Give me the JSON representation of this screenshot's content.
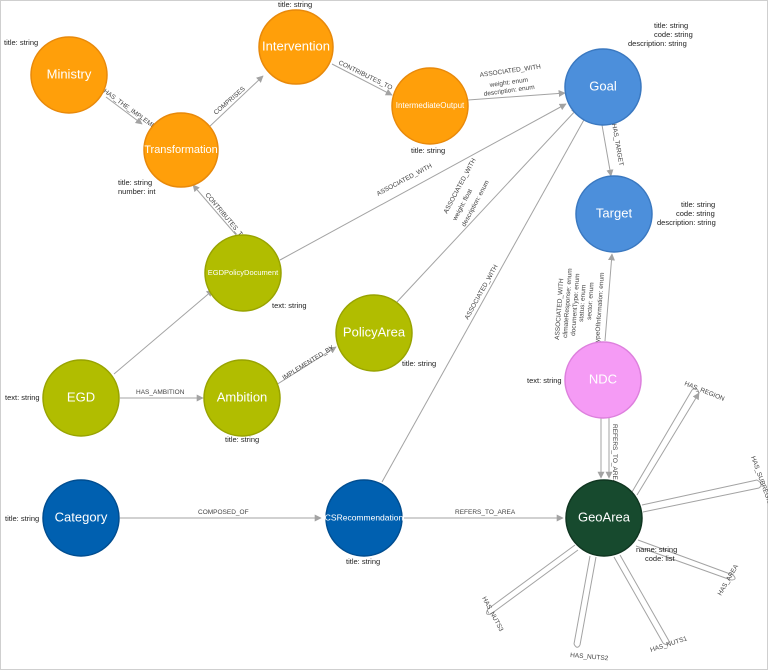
{
  "colors": {
    "orange": "#ff9f0a",
    "orange_stroke": "#e8890a",
    "blue": "#4c8fdb",
    "blue_stroke": "#3a78c0",
    "olive": "#b1bd00",
    "olive_stroke": "#98a300",
    "navy": "#0060b0",
    "navy_stroke": "#004d90",
    "pink": "#f59bf5",
    "pink_stroke": "#dd80dd",
    "dark_green": "#174a2e",
    "dark_green_stroke": "#0f3520",
    "edge": "#a3a3a3"
  },
  "nodes": {
    "ministry": {
      "label": "Ministry",
      "prop1": "title: string"
    },
    "intervention": {
      "label": "Intervention",
      "prop1": "title: string"
    },
    "transformation": {
      "label": "Transformation",
      "prop1": "title: string",
      "prop2": "number: int"
    },
    "intermediate_output": {
      "label": "IntermediateOutput",
      "prop1": "title: string"
    },
    "goal": {
      "label": "Goal",
      "prop1": "title: string",
      "prop2": "code: string",
      "prop3": "description: string"
    },
    "target": {
      "label": "Target",
      "prop1": "title: string",
      "prop2": "code: string",
      "prop3": "description: string"
    },
    "egd_policy_document": {
      "label": "EGDPolicyDocument",
      "prop1": "text: string"
    },
    "policy_area": {
      "label": "PolicyArea",
      "prop1": "title: string"
    },
    "egd": {
      "label": "EGD",
      "prop1": "text: string"
    },
    "ambition": {
      "label": "Ambition",
      "prop1": "title: string"
    },
    "ndc": {
      "label": "NDC",
      "prop1": "text: string"
    },
    "category": {
      "label": "Category",
      "prop1": "title: string"
    },
    "cs_recommendation": {
      "label": "CSRecommendation",
      "prop1": "title: string"
    },
    "geo_area": {
      "label": "GeoArea",
      "prop1": "name: string",
      "prop2": "code: list"
    }
  },
  "edges": {
    "ministry_transformation": "HAS_THE_IMPLEMENTATION",
    "transformation_intervention": "COMPRISES",
    "intervention_output": "CONTRIBUTES_TO",
    "output_goal_1": "ASSOCIATED_WITH",
    "output_goal_2": "weight: enum",
    "output_goal_3": "description: enum",
    "goal_target": "HAS_TARGET",
    "doc_goal": "ASSOCIATED_WITH",
    "doc_transformation": "CONTRIBUTES_TO",
    "policy_goal_1": "ASSOCIATED_WITH",
    "policy_goal_2": "weight: float",
    "policy_goal_3": "description: enum",
    "egd_ambition": "HAS_AMBITION",
    "ambition_policy": "IMPLEMENTED_BY",
    "cs_goal": "ASSOCIATED_WITH",
    "ndc_target_1": "ASSOCIATED_WITH",
    "ndc_target_2": "climateResponse: enum",
    "ndc_target_3": "documentType: enum",
    "ndc_target_4": "status: enum",
    "ndc_target_5": "sector: enum",
    "ndc_target_6": "typeOfInformation: enum",
    "ndc_geo": "REFERS_TO_AREA",
    "category_cs": "COMPOSED_OF",
    "cs_geo": "REFERS_TO_AREA",
    "geo_region": "HAS_REGION",
    "geo_subregion": "HAS_SUBREGION",
    "geo_area": "HAS_AREA",
    "geo_nuts1": "HAS_NUTS1",
    "geo_nuts2": "HAS_NUTS2",
    "geo_nuts3": "HAS_NUTS3"
  }
}
